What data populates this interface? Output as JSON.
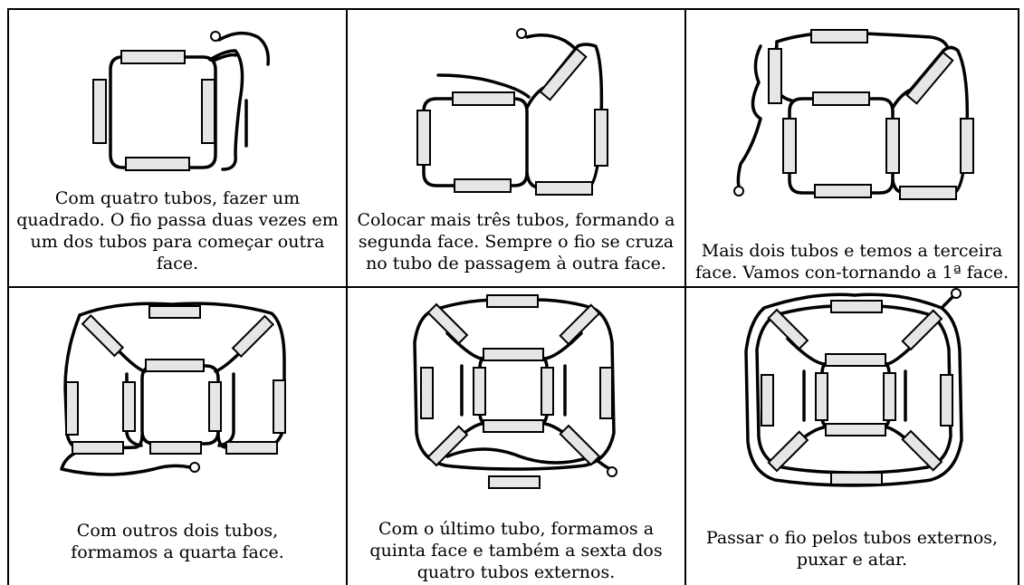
{
  "steps": [
    {
      "lines": [
        "Com quatro tubos, fazer um",
        "quadrado. O fio passa duas vezes em",
        "um dos tubos para começar outra",
        "face."
      ]
    },
    {
      "lines": [
        "Colocar mais três tubos, formando a",
        "segunda face. Sempre o fio se cruza",
        "no tubo de passagem à outra face."
      ]
    },
    {
      "lines": [
        "Mais dois tubos e temos a terceira",
        "face. Vamos con-tornando a 1ª face."
      ]
    },
    {
      "lines": [
        "Com outros dois tubos,",
        "formamos a quarta face."
      ]
    },
    {
      "lines": [
        "Com o último tubo, formamos a",
        "quinta face e também a sexta dos",
        "quatro tubos externos."
      ]
    },
    {
      "lines": [
        "Passar o fio pelos tubos externos,",
        "puxar e atar."
      ]
    }
  ],
  "colors": {
    "tube_fill": "#e6e6e6",
    "line": "#000000",
    "background": "#ffffff"
  }
}
